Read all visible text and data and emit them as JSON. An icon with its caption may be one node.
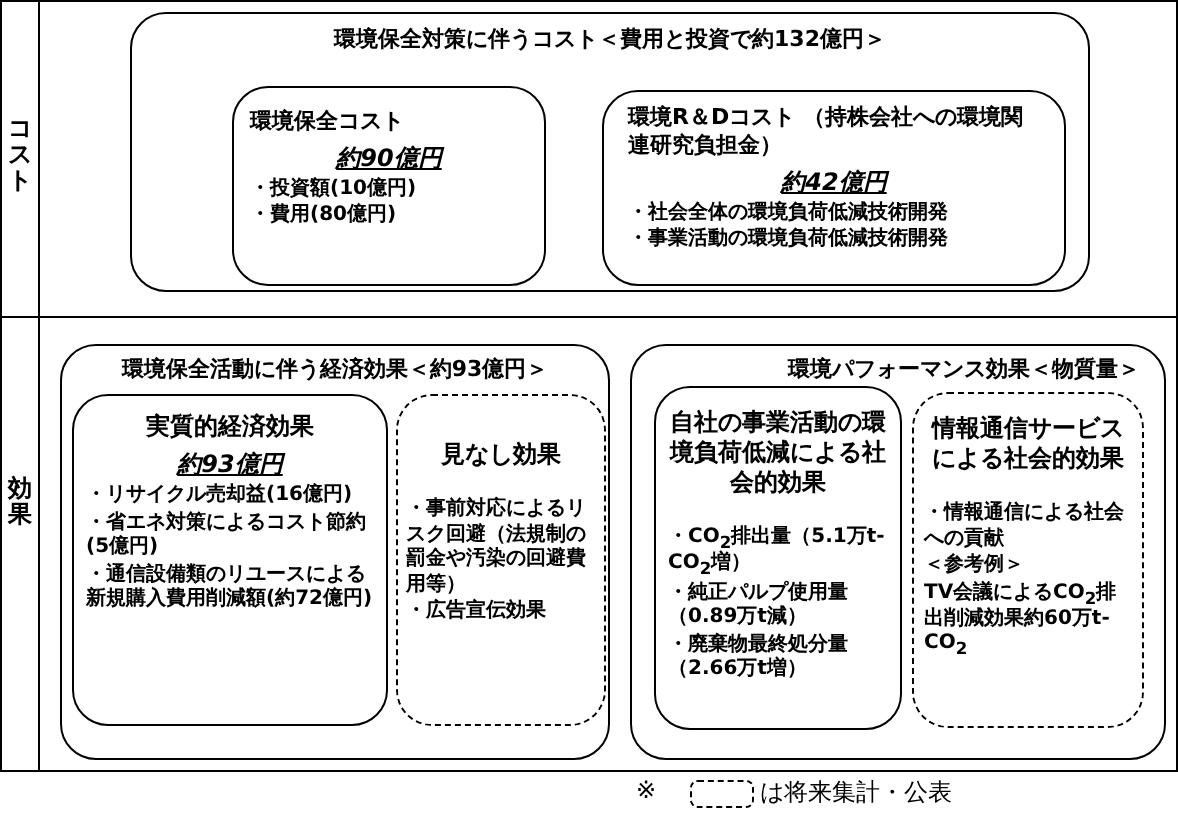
{
  "diagram": {
    "nodes": [
      {
        "text": [
          "環境保全対策に伴うコスト＜費用と投資で約132億円＞"
        ]
      },
      {
        "text": [
          "環境保全コスト",
          "約90億円",
          "・投資額(10億円)",
          "・費用(80億円)"
        ],
        "in": 0
      },
      {
        "text": [
          "環境R＆Dコスト （持株会社への環境関連研究負担金）",
          "約42億円",
          "・社会全体の環境負荷低減技術開発",
          "・事業活動の環境負荷低減技術開発"
        ],
        "in": 0
      },
      {
        "text": [
          "環境保全活動に伴う経済効果＜約93億円＞"
        ]
      },
      {
        "text": [
          "実質的経済効果",
          "約93億円",
          "・リサイクル売却益(16億円)",
          "・省エネ対策によるコスト節約(5億円)",
          "・通信設備類のリユースによる新規購入費用削減額(約72億円)"
        ],
        "in": 3
      },
      {
        "text": [
          "見なし効果",
          "・事前対応によるリスク回避（法規制の罰金や汚染の回避費用等）",
          "・広告宣伝効果"
        ],
        "in": 3
      },
      {
        "text": [
          "環境パフォーマンス効果＜物質量＞"
        ]
      },
      {
        "text": [
          "自社の事業活動の環境負荷低減による社会的効果",
          "・CO$_{2}$排出量（5.1万t-CO$_{2}$増）",
          "・純正パルプ使用量（0.89万t減）",
          "・廃棄物最終処分量（2.66万t増）"
        ],
        "in": 6
      },
      {
        "text": [
          "情報通信サービスによる社会的効果",
          "・情報通信による社会への貢献",
          "＜参考例＞",
          "TV会議によるCO$_{2}$排出削減効果約60万t-CO$_{2}$"
        ],
        "in": 6
      }
    ],
    "edges": [],
    "labels": [
      "コスト",
      "効果",
      "※"
    ],
    "legend": [
      {
        "text": "は将来集計・公表"
      }
    ]
  }
}
